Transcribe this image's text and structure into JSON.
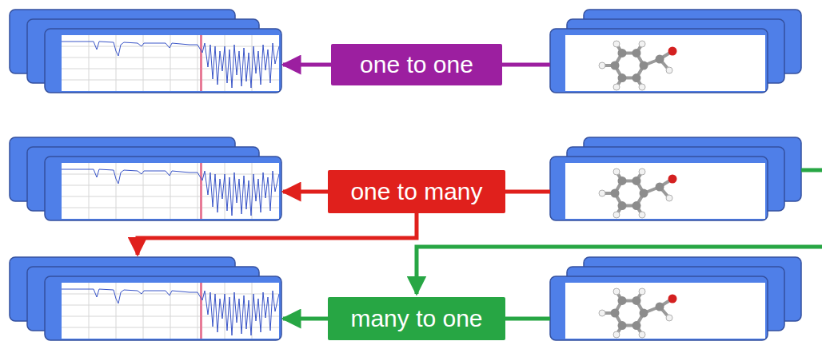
{
  "diagram": {
    "nodes": [
      {
        "text": [
          "one to one"
        ]
      },
      {
        "text": [
          "one to many"
        ]
      },
      {
        "text": [
          "many to one"
        ]
      }
    ]
  }
}
